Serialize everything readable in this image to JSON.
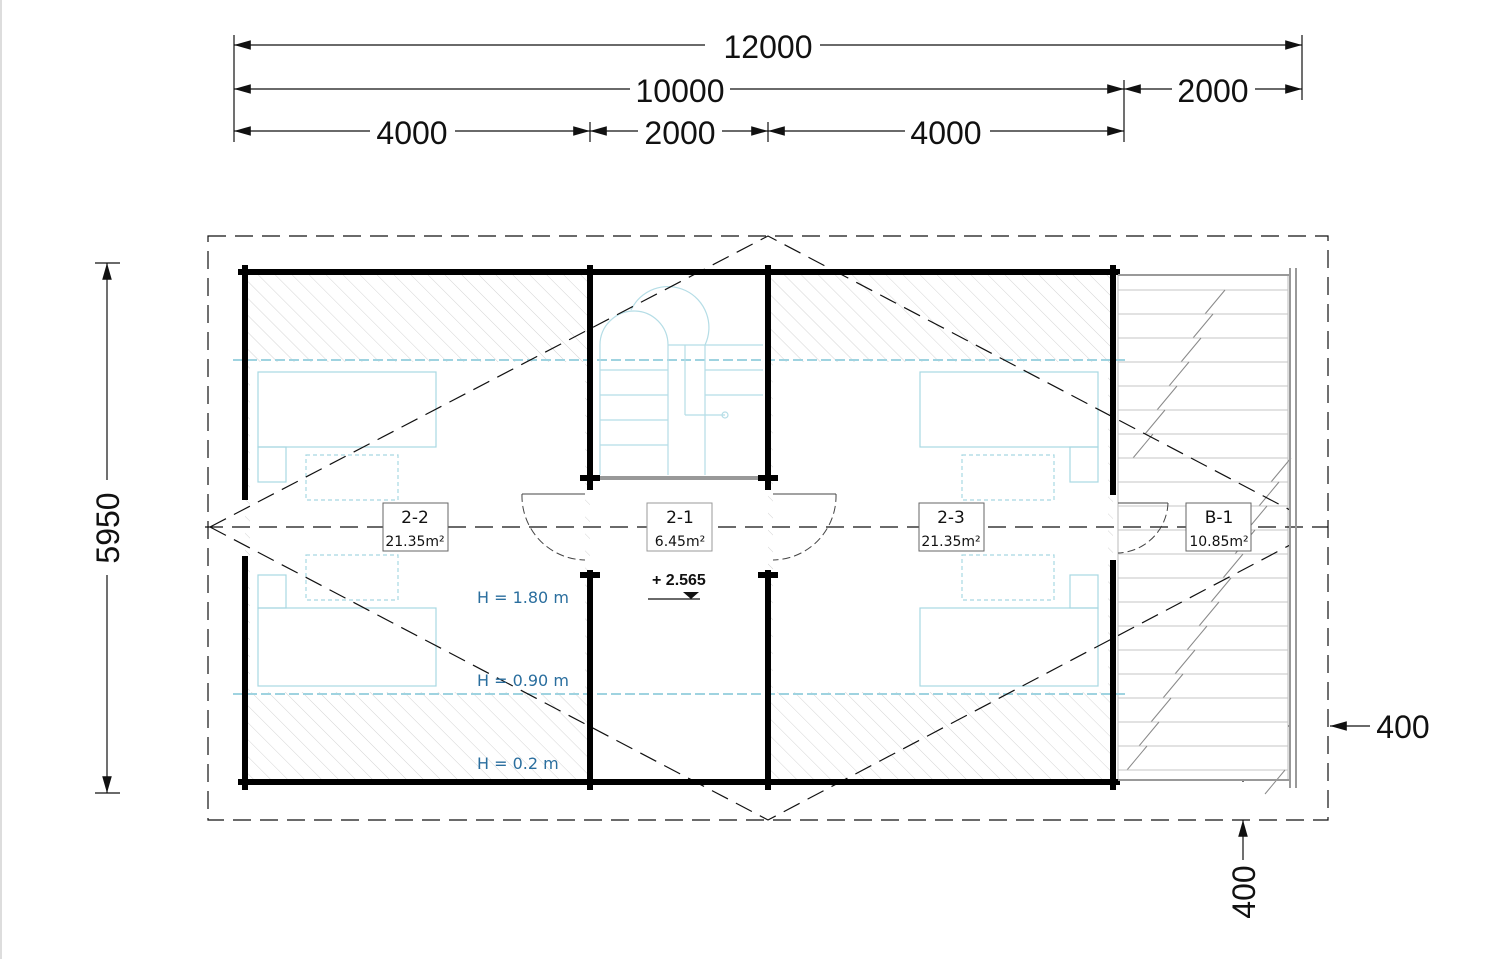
{
  "dimensions": {
    "overall": "12000",
    "main": "10000",
    "terrace": "2000",
    "segments": [
      "4000",
      "2000",
      "4000"
    ],
    "depth": "5950",
    "terrace_offset_side": "400",
    "terrace_offset_bottom": "400"
  },
  "rooms": [
    {
      "id": "2-2",
      "area": "21.35m²"
    },
    {
      "id": "2-1",
      "area": "6.45m²"
    },
    {
      "id": "2-3",
      "area": "21.35m²"
    },
    {
      "id": "B-1",
      "area": "10.85m²"
    }
  ],
  "heights": [
    "H = 1.80 m",
    "H = 0.90 m",
    "H = 0.2 m"
  ],
  "elevation": "+ 2.565",
  "colors": {
    "wall": "#000000",
    "hatch": "#c8c8c8",
    "furniture": "#9fd3e0",
    "height_text": "#2a6e9e"
  }
}
